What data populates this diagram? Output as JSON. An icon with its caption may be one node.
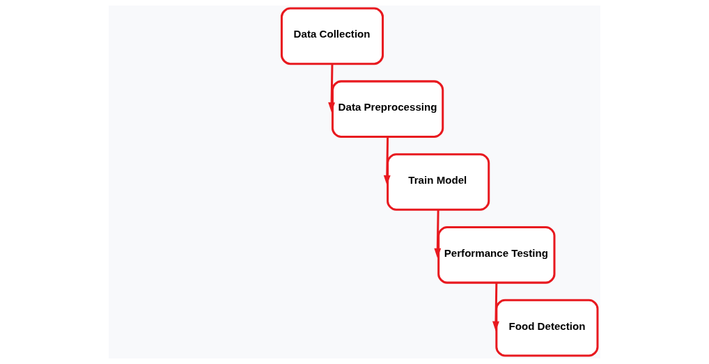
{
  "diagram": {
    "nodes": [
      {
        "text": [
          "Data Collection"
        ]
      },
      {
        "text": [
          "Data Preprocessing"
        ]
      },
      {
        "text": [
          "Train Model"
        ]
      },
      {
        "text": [
          "Performance Testing"
        ]
      },
      {
        "text": [
          "Food Detection"
        ]
      }
    ],
    "edges": [
      {
        "from": 0,
        "to": 1,
        "arrow": "to"
      },
      {
        "from": 1,
        "to": 2,
        "arrow": "to"
      },
      {
        "from": 2,
        "to": 3,
        "arrow": "to"
      },
      {
        "from": 3,
        "to": 4,
        "arrow": "to"
      }
    ]
  }
}
